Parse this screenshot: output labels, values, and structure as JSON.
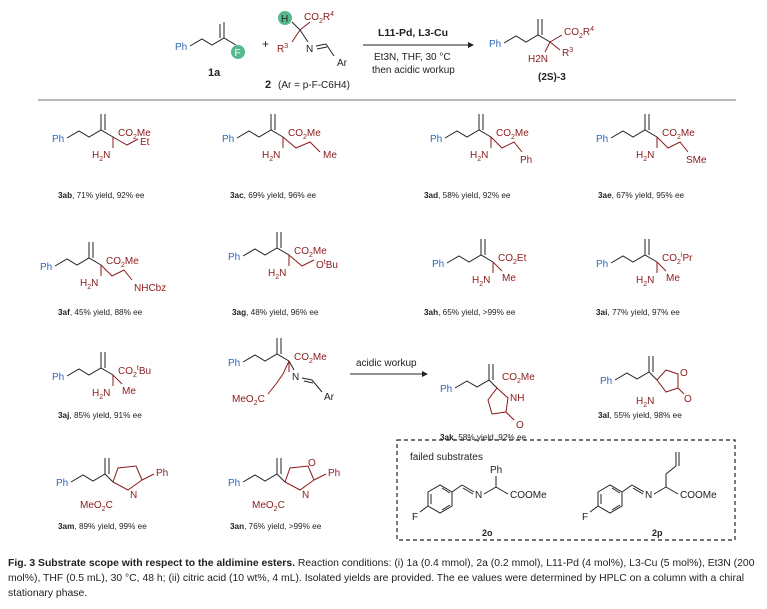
{
  "scheme": {
    "reactant_1_label": "1a",
    "reactant_2_label": "2",
    "reactant_2_note": "(Ar = p-F-C6H4)",
    "conditions_top": "L11-Pd, L3-Cu",
    "conditions_mid": "Et3N, THF, 30 °C",
    "conditions_bottom": "then acidic workup",
    "product_label": "(2S)-3",
    "atom_H": "H",
    "atom_F": "F",
    "group_ester": "CO2R4",
    "group_R3": "R3",
    "group_N": "N",
    "group_Ar": "Ar",
    "group_H2N": "H2N",
    "plus": "+",
    "acidic_workup_arrow": "acidic workup",
    "failed_title": "failed substrates"
  },
  "colors": {
    "phenyl": "#2f68b5",
    "ester": "#8b1a1a",
    "atom_H": "#55b98e",
    "black": "#222222"
  },
  "compounds": [
    {
      "id": "3ab",
      "yield": "71% yield, 92% ee",
      "side": "Et"
    },
    {
      "id": "3ac",
      "yield": "69% yield, 96% ee",
      "side": "nBu"
    },
    {
      "id": "3ad",
      "yield": "58% yield, 92% ee",
      "side": "CH2CH2Ph"
    },
    {
      "id": "3ae",
      "yield": "67% yield, 95% ee",
      "side": "CH2CH2SMe"
    },
    {
      "id": "3af",
      "yield": "45% yield, 88% ee",
      "side": "NHCbz"
    },
    {
      "id": "3ag",
      "yield": "48% yield, 96% ee",
      "side": "OtBu"
    },
    {
      "id": "3ah",
      "yield": "65% yield, >99% ee",
      "side": "Me"
    },
    {
      "id": "3ai",
      "yield": "77% yield, 97% ee",
      "side": "Me"
    },
    {
      "id": "3aj",
      "yield": "85% yield, 91% ee",
      "side": "Me"
    },
    {
      "id": "3ak",
      "yield": "58% yield, 92% ee",
      "side": "lactam"
    },
    {
      "id": "3al",
      "yield": "55% yield, 98% ee",
      "side": "lactone"
    },
    {
      "id": "3am",
      "yield": "89% yield, 99% ee",
      "side": "pyrroline"
    },
    {
      "id": "3an",
      "yield": "76% yield, >99% ee",
      "side": "oxazoline"
    }
  ],
  "failed": [
    {
      "id": "2o"
    },
    {
      "id": "2p"
    }
  ],
  "caption": {
    "fig": "Fig. 3",
    "title": "Substrate scope with respect to the aldimine esters.",
    "body": "Reaction conditions: (i) 1a (0.4 mmol), 2a (0.2 mmol), L11-Pd (4 mol%), L3-Cu (5 mol%), Et3N (200 mol%), THF (0.5 mL), 30 °C, 48 h; (ii) citric acid (10 wt%, 4 mL). Isolated yields are provided. The ee values were determined by HPLC on a column with a chiral stationary phase."
  }
}
